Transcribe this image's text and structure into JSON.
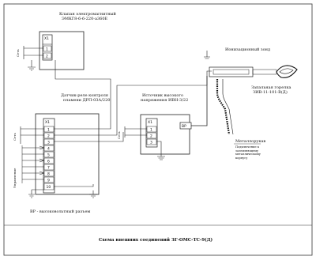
{
  "valve_block": {
    "title_line1": "Клапан электромагнитный",
    "title_line2": "ЭМКГ8-6-6-220-а360Е",
    "header": "Х1",
    "pins": [
      "1",
      "2"
    ],
    "side_label": "Сеть"
  },
  "relay_block": {
    "title_line1": "Датчик-реле контроля",
    "title_line2": "пламени ДРП-03А/220",
    "header": "Х1",
    "pins": [
      "1",
      "2",
      "3",
      "4",
      "5",
      "6",
      "7",
      "8",
      "9",
      "10"
    ],
    "side_label_net": "Сеть",
    "side_label_ctrl": "Управление"
  },
  "hv_block": {
    "title_line1": "Источник высокого",
    "title_line2": "напряжения ИВН-3/22",
    "header": "Х1",
    "pins": [
      "1",
      "2",
      "3"
    ],
    "side_label": "Сеть",
    "connector": "ВР"
  },
  "labels": {
    "ionization": "Ионизационный зонд",
    "burner_line1": "Запальная горелка",
    "burner_line2": "ЗИВ-11-101-В(Д)",
    "metal_hose": "Металлорукав",
    "note": "Подключение к заземляющему металлическому корпусу"
  },
  "legend": "ВР - высоковольтный разъем",
  "caption": "Схема внешних соединений ЗГ-ОМС-ТС-9(Д)"
}
